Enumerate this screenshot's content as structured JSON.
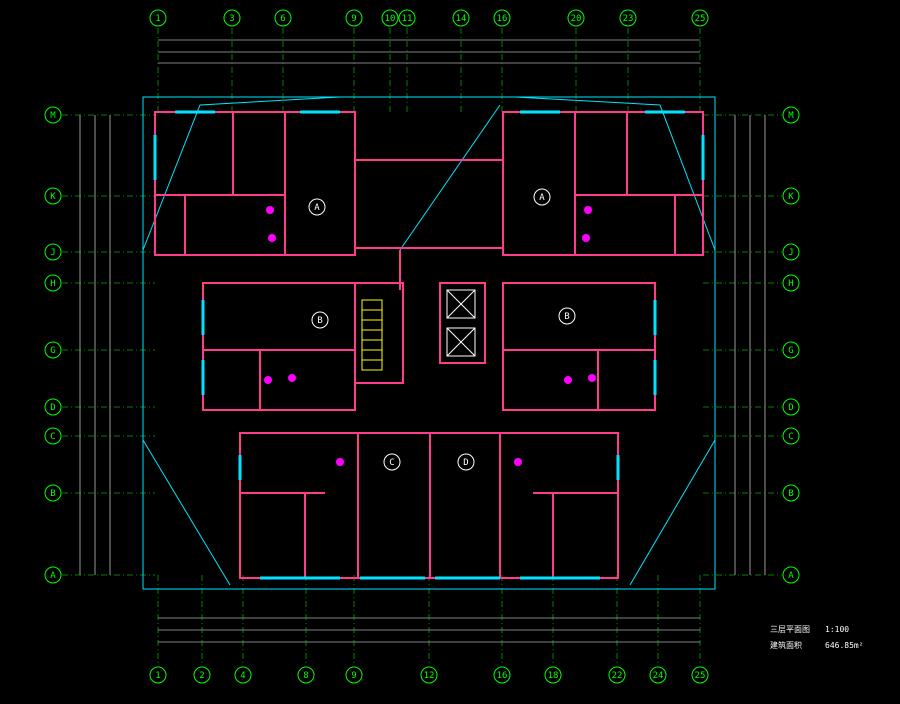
{
  "colors": {
    "background": "#000000",
    "axis": "#00ff00",
    "wall": "#ff3c8c",
    "boundary": "#00e5ff",
    "text": "#ffffff",
    "dim": "#ffffff",
    "fixture": "#ff00ff",
    "stair": "#ffff00"
  },
  "axes": {
    "top": [
      "1",
      "3",
      "6",
      "9",
      "10",
      "11",
      "14",
      "16",
      "20",
      "23",
      "25"
    ],
    "bottom": [
      "1",
      "2",
      "4",
      "8",
      "9",
      "12",
      "16",
      "18",
      "22",
      "24",
      "25"
    ],
    "left": [
      "M",
      "K",
      "J",
      "H",
      "G",
      "D",
      "C",
      "B",
      "A"
    ],
    "right": [
      "M",
      "K",
      "J",
      "H",
      "G",
      "D",
      "C",
      "B",
      "A"
    ]
  },
  "units": [
    {
      "label": "A"
    },
    {
      "label": "A"
    },
    {
      "label": "B"
    },
    {
      "label": "B"
    },
    {
      "label": "C"
    },
    {
      "label": "D"
    }
  ],
  "legend": {
    "scale_label": "三层平面图",
    "scale_value": "1:100",
    "area_label": "建筑面积",
    "area_value": "646.85m²"
  }
}
